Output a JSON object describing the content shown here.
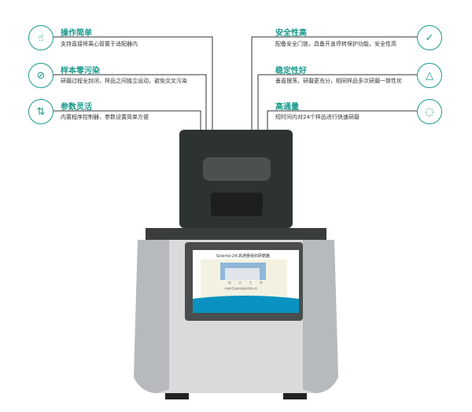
{
  "left_features": [
    {
      "title": "操作简单",
      "desc": "支持直接将离心管置于适配器内",
      "icon": "hand-touch-icon"
    },
    {
      "title": "样本零污染",
      "desc": "研磨过程全封闭，样品之间独立运动，避免交叉污染",
      "icon": "pill-icon"
    },
    {
      "title": "参数灵活",
      "desc": "内置程序控制器，参数设置简单方便",
      "icon": "arrows-icon"
    }
  ],
  "right_features": [
    {
      "title": "安全性高",
      "desc": "配备安全门锁，具备开盖停转保护功能，安全性高",
      "icon": "shield-check-icon"
    },
    {
      "title": "稳定性好",
      "desc": "垂直摆荡，研磨更充分，相同样品多次研磨一致性优",
      "icon": "pyramid-icon"
    },
    {
      "title": "高通量",
      "desc": "短时间内对24个样品进行快速研磨",
      "icon": "dial-icon"
    }
  ],
  "screen": {
    "title": "Scientz-24 高通量组织研磨器",
    "line1": "新 芝 生 物",
    "line2": "宁波新芝生物科技股份有限公司"
  },
  "colors": {
    "accent": "#1a9a8c",
    "screen_blue": "#0a93c0"
  }
}
